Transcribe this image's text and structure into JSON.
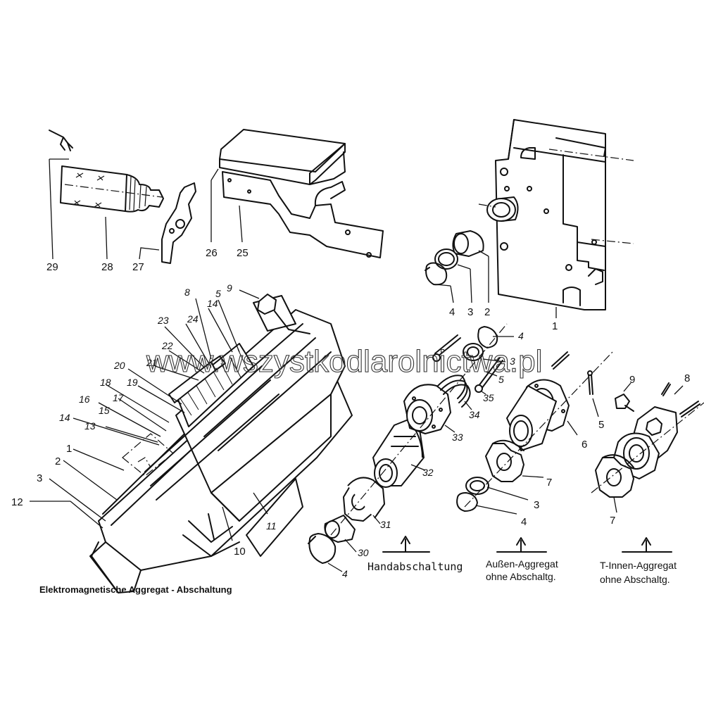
{
  "watermark": "www.wszystkodlarolnictwa.pl",
  "captions": {
    "electromagnetic": "Elektromagnetische Aggregat - Abschaltung",
    "manual": "Handabschaltung",
    "outer_line1": "Außen-Aggregat",
    "outer_line2": "ohne Abschaltg.",
    "inner_line1": "T-Innen-Aggregat",
    "inner_line2": "ohne Abschaltg."
  },
  "callouts_top": [
    "29",
    "28",
    "27",
    "26",
    "25",
    "4",
    "3",
    "2",
    "1"
  ],
  "callouts_assembly": [
    "9",
    "8",
    "5",
    "14",
    "23",
    "24",
    "22",
    "21",
    "20",
    "19",
    "18",
    "17",
    "16",
    "15",
    "14",
    "13",
    "1",
    "2",
    "3",
    "12",
    "10",
    "11"
  ],
  "callouts_manual": [
    "4",
    "3",
    "5",
    "35",
    "34",
    "33",
    "32",
    "31",
    "30",
    "4"
  ],
  "callouts_outer": [
    "5",
    "6",
    "7",
    "3",
    "4"
  ],
  "callouts_inner": [
    "9",
    "8",
    "7"
  ]
}
